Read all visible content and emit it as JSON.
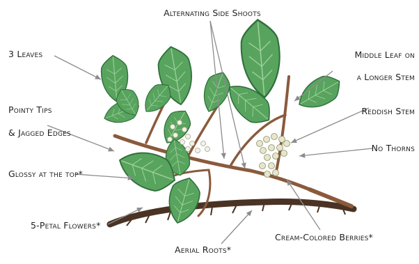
{
  "labels": {
    "alternating_side_shoots": "Alternating Side Shoots",
    "three_leaves": "3 Leaves",
    "middle_leaf_line1": "Middle Leaf on",
    "middle_leaf_line2": "a Longer Stem",
    "pointy_tips_line1": "Pointy Tips",
    "pointy_tips_line2": "& Jagged Edges",
    "reddish_stem": "Reddish Stem",
    "no_thorns": "No Thorns",
    "glossy_top": "Glossy at the top*",
    "five_petal_flowers": "5-Petal Flowers*",
    "cream_berries": "Cream-Colored Berries*",
    "aerial_roots": "Aerial Roots*"
  },
  "colors": {
    "leaf": "#58a45e",
    "leaf_dark": "#2f6f3c",
    "vein": "#9fd09c",
    "stem": "#8a5a3c",
    "root": "#4a3324",
    "flower": "#f2f2e6",
    "berry": "#e6e6cc",
    "arrow": "#8c8c8c"
  }
}
